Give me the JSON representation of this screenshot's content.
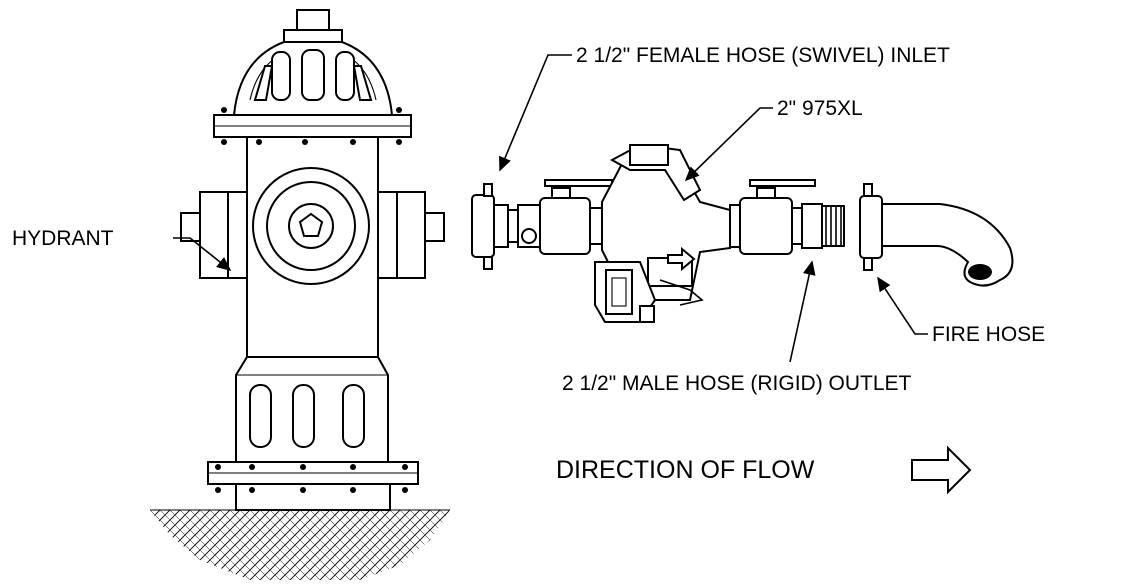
{
  "labels": {
    "hydrant": "HYDRANT",
    "female_inlet": "2 1/2\" FEMALE HOSE (SWIVEL) INLET",
    "model": "2\" 975XL",
    "fire_hose": "FIRE HOSE",
    "male_outlet": "2 1/2\" MALE HOSE (RIGID) OUTLET",
    "direction": "DIRECTION OF FLOW"
  }
}
